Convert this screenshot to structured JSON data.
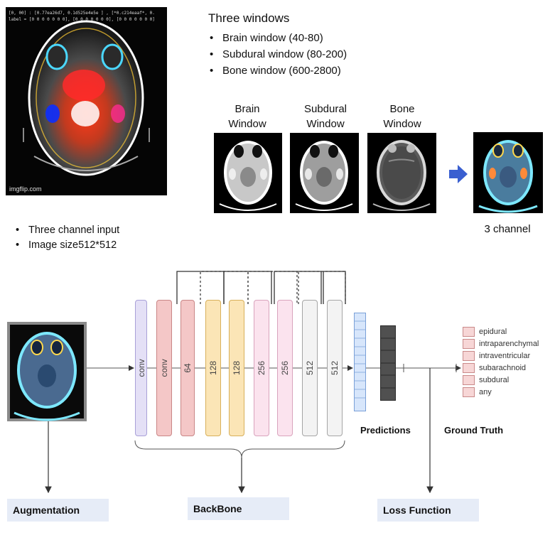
{
  "heatmap": {
    "info_lines": [
      "[0, 00] : [0.77ea26d7, 0.1d525e4e5e ] , [*0.c214eaaf*, 0.",
      "label = [0 0 0 0 0 0 0], [0 0 0 0 0 0 0], [0 0 0 0 0 0 0]"
    ],
    "watermark": "imgflip.com"
  },
  "windows": {
    "title": "Three windows",
    "items": [
      "Brain window (40-80)",
      "Subdural window (80-200)",
      "Bone window (600-2800)"
    ],
    "labels": [
      "Brain\nWindow",
      "Subdural\nWindow",
      "Bone\nWindow"
    ],
    "output_label": "3 channel"
  },
  "input_info": [
    "Three channel input",
    "Image size512*512"
  ],
  "backbone": {
    "layers": [
      "conv",
      "conv",
      "64",
      "128",
      "128",
      "256",
      "256",
      "512",
      "512"
    ]
  },
  "labels": {
    "predictions": "Predictions",
    "ground_truth": "Ground Truth",
    "augmentation": "Augmentation",
    "backbone": "BackBone",
    "loss": "Loss Function"
  },
  "ground_truth_classes": [
    "epidural",
    "intraparenchymal",
    "intraventricular",
    "subarachnoid",
    "subdural",
    "any"
  ],
  "colors": {
    "conv_purple": "#e4e0f6",
    "conv_red": "#f4c7c7",
    "yellow": "#fbe5b6",
    "pink": "#fbe3ee",
    "gray": "#f3f3f3",
    "arrow_blue": "#3a5fd0",
    "label_bg": "#e6ecf7"
  }
}
